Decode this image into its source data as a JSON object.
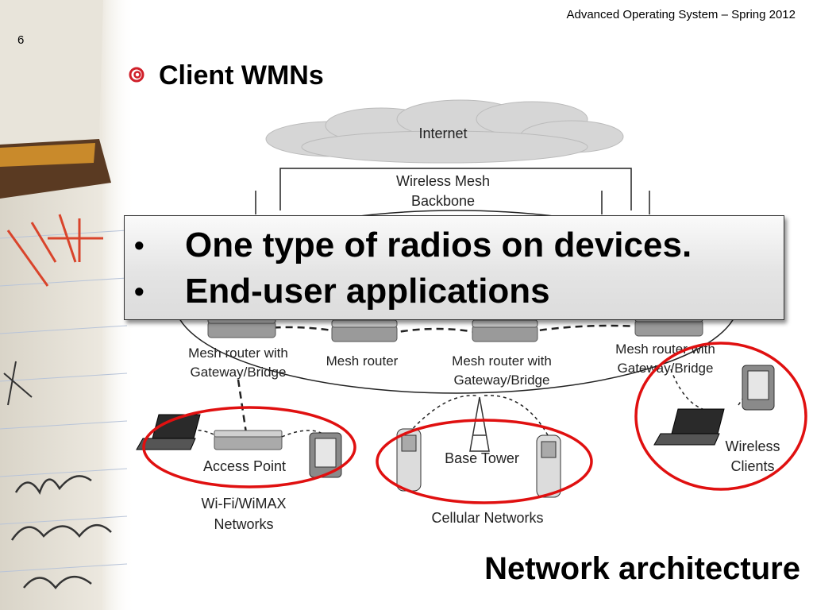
{
  "slide": {
    "header": "Advanced Operating System – Spring 2012",
    "number": "6",
    "title": "Client WMNs",
    "footer": "Network architecture"
  },
  "callout": {
    "items": [
      "One type of radios on devices.",
      "End-user applications"
    ]
  },
  "diagram": {
    "internet": "Internet",
    "backbone_line1": "Wireless Mesh",
    "backbone_line2": "Backbone",
    "mesh_router_gw_left_l1": "Mesh router with",
    "mesh_router_gw_left_l2": "Gateway/Bridge",
    "mesh_router": "Mesh  router",
    "mesh_router_gw_mid_l1": "Mesh router with",
    "mesh_router_gw_mid_l2": "Gateway/Bridge",
    "mesh_router_gw_right_l1": "Mesh router with",
    "mesh_router_gw_right_l2": "Gateway/Bridge",
    "access_point": "Access Point",
    "wifi_l1": "Wi-Fi/WiMAX",
    "wifi_l2": "Networks",
    "base_tower": "Base Tower",
    "cellular": "Cellular Networks",
    "wireless_l1": "Wireless",
    "wireless_l2": "Clients"
  },
  "colors": {
    "highlight_circle": "#e01010",
    "callout_border": "#333333"
  }
}
